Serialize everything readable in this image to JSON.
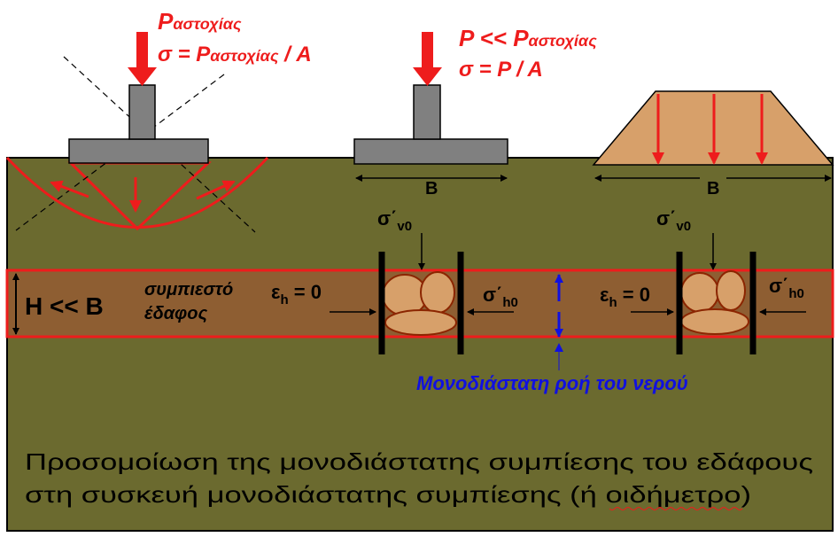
{
  "labels": {
    "load1_main": "P",
    "load1_sub": "αστοχίας",
    "load1_eq_pre": "σ = P",
    "load1_eq_sub": "αστοχίας",
    "load1_eq_post": " / A",
    "load2_main": "P << P",
    "load2_sub": "αστοχίας",
    "load2_eq": "σ = P / A",
    "width_B_mid": "B",
    "width_B_right": "B",
    "layer_thickness": "H << B",
    "layer_name_line1": "συμπιεστό",
    "layer_name_line2": "έδαφος",
    "strain_left_pre": "ε",
    "strain_left_sub": "h",
    "strain_left_post": " = 0",
    "strain_right_pre": "ε",
    "strain_right_sub": "h",
    "strain_right_post": " = 0",
    "sv0_left_pre": "σ΄",
    "sv0_left_sub": "v0",
    "sv0_right_pre": "σ΄",
    "sv0_right_sub": "v0",
    "sh0_left_pre": "σ΄",
    "sh0_left_sub": "h0",
    "sh0_right_pre": "σ΄",
    "sh0_right_sub": "h0",
    "water_flow": "Μονοδιάστατη ροή του νερού",
    "caption_line1": "Προσομοίωση της μονοδιάστατης συμπίεσης του εδάφους",
    "caption_line2": "στη συσκευή μονοδιάστατης συμπίεσης (ή οιδήμετρο)"
  },
  "colors": {
    "soil": "#6b6a2f",
    "layer": "#8e5e32",
    "red": "#ee1c1c",
    "blue": "#1010e0",
    "footing": "#808080",
    "embankment": "#d7a06a",
    "grain": "#d7a06a"
  }
}
